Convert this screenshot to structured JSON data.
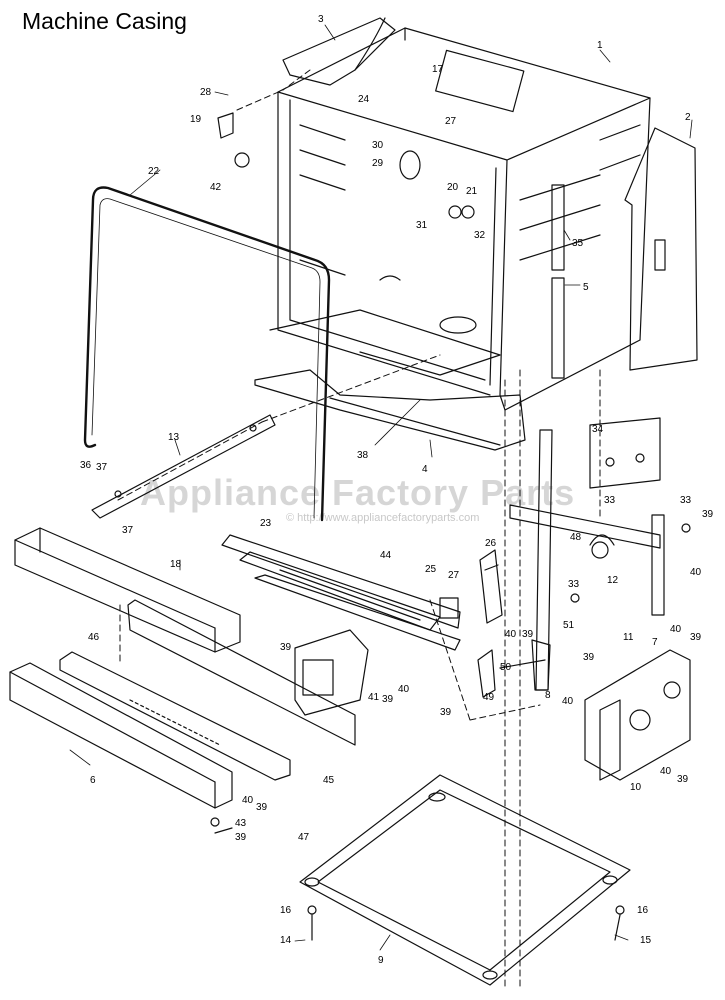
{
  "title": "Machine Casing",
  "watermark": {
    "brand": "Appliance Factory Parts",
    "url": "© http://www.appliancefactoryparts.com"
  },
  "callouts": {
    "c1": "1",
    "c2": "2",
    "c3": "3",
    "c4": "4",
    "c5": "5",
    "c6": "6",
    "c7": "7",
    "c8": "8",
    "c9": "9",
    "c10": "10",
    "c11": "11",
    "c12": "12",
    "c13": "13",
    "c14": "14",
    "c15": "15",
    "c16a": "16",
    "c16b": "16",
    "c17": "17",
    "c18": "18",
    "c19": "19",
    "c20": "20",
    "c21": "21",
    "c22": "22",
    "c23": "23",
    "c24": "24",
    "c25": "25",
    "c26": "26",
    "c27a": "27",
    "c27b": "27",
    "c28": "28",
    "c29": "29",
    "c30": "30",
    "c31": "31",
    "c32": "32",
    "c33a": "33",
    "c33b": "33",
    "c33c": "33",
    "c34": "34",
    "c35": "35",
    "c36": "36",
    "c37a": "37",
    "c37b": "37",
    "c38": "38",
    "c39a": "39",
    "c39b": "39",
    "c39c": "39",
    "c39d": "39",
    "c39e": "39",
    "c39f": "39",
    "c39g": "39",
    "c39h": "39",
    "c39i": "39",
    "c39j": "39",
    "c40a": "40",
    "c40b": "40",
    "c40c": "40",
    "c40d": "40",
    "c40e": "40",
    "c40f": "40",
    "c40g": "40",
    "c41": "41",
    "c42": "42",
    "c43": "43",
    "c44": "44",
    "c45": "45",
    "c46": "46",
    "c47": "47",
    "c48": "48",
    "c49": "49",
    "c50": "50",
    "c51": "51"
  }
}
